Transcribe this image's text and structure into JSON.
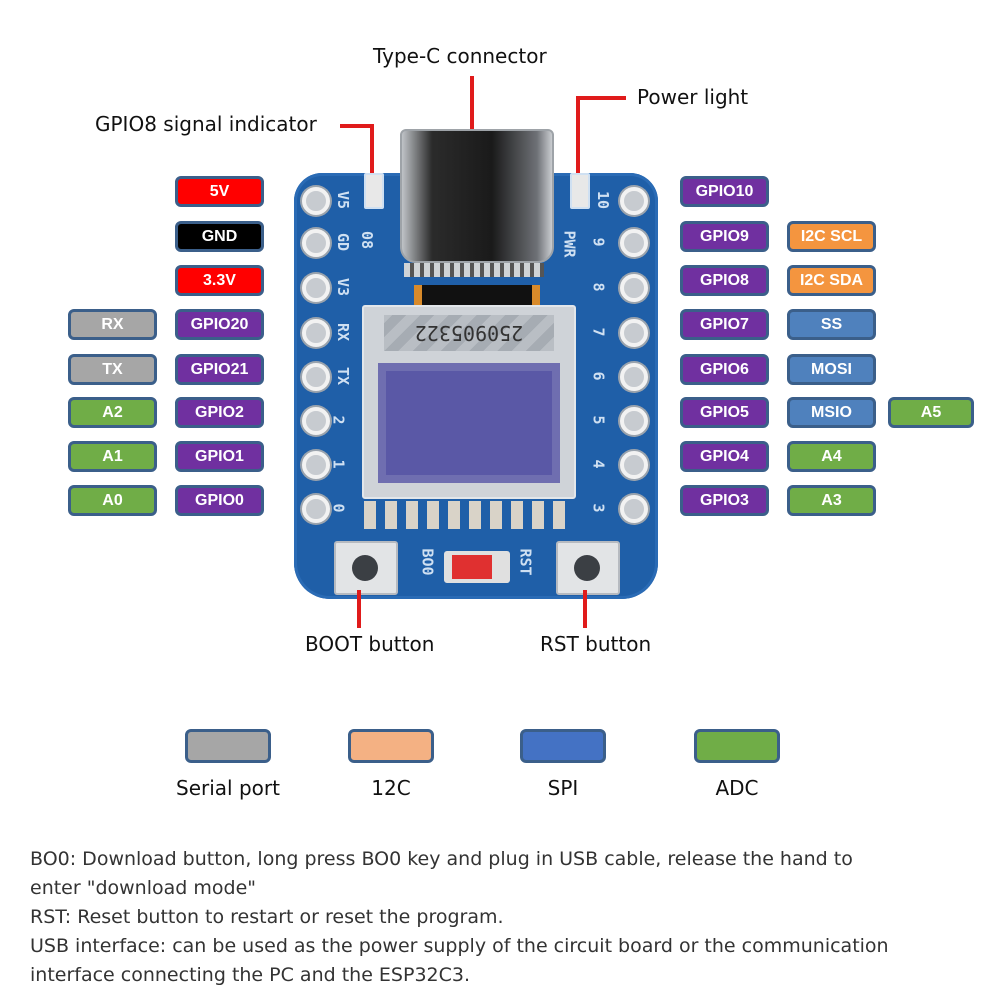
{
  "callouts": {
    "type_c": "Type-C connector",
    "power_light": "Power light",
    "gpio8_indicator": "GPIO8 signal indicator",
    "boot_button": "BOOT button",
    "rst_button": "RST button"
  },
  "board": {
    "oled_marking": "250905322",
    "left_silk": [
      "V5",
      "GD",
      "V3",
      "RX",
      "TX",
      "2",
      "1",
      "0"
    ],
    "right_silk": [
      "10",
      "9",
      "8",
      "7",
      "6",
      "5",
      "4",
      "3"
    ],
    "led_labels": [
      "08",
      "PWR"
    ],
    "button_labels": [
      "BO0",
      "RST"
    ]
  },
  "left_pins": [
    {
      "pin": "5V",
      "pin_color": "#ff0000"
    },
    {
      "pin": "GND",
      "pin_color": "#000000"
    },
    {
      "pin": "3.3V",
      "pin_color": "#ff0000"
    },
    {
      "pin": "GPIO20",
      "pin_color": "#7030a0",
      "alt": "RX",
      "alt_color": "#a6a6a6"
    },
    {
      "pin": "GPIO21",
      "pin_color": "#7030a0",
      "alt": "TX",
      "alt_color": "#a6a6a6"
    },
    {
      "pin": "GPIO2",
      "pin_color": "#7030a0",
      "alt": "A2",
      "alt_color": "#70ad47"
    },
    {
      "pin": "GPIO1",
      "pin_color": "#7030a0",
      "alt": "A1",
      "alt_color": "#70ad47"
    },
    {
      "pin": "GPIO0",
      "pin_color": "#7030a0",
      "alt": "A0",
      "alt_color": "#70ad47"
    }
  ],
  "right_pins": [
    {
      "pin": "GPIO10",
      "pin_color": "#7030a0"
    },
    {
      "pin": "GPIO9",
      "pin_color": "#7030a0",
      "alt": "I2C SCL",
      "alt_color": "#f4953f"
    },
    {
      "pin": "GPIO8",
      "pin_color": "#7030a0",
      "alt": "I2C SDA",
      "alt_color": "#f4953f"
    },
    {
      "pin": "GPIO7",
      "pin_color": "#7030a0",
      "alt": "SS",
      "alt_color": "#4f81bd"
    },
    {
      "pin": "GPIO6",
      "pin_color": "#7030a0",
      "alt": "MOSI",
      "alt_color": "#4f81bd"
    },
    {
      "pin": "GPIO5",
      "pin_color": "#7030a0",
      "alt": "MSIO",
      "alt_color": "#4f81bd",
      "alt2": "A5",
      "alt2_color": "#70ad47"
    },
    {
      "pin": "GPIO4",
      "pin_color": "#7030a0",
      "alt": "A4",
      "alt_color": "#70ad47"
    },
    {
      "pin": "GPIO3",
      "pin_color": "#7030a0",
      "alt": "A3",
      "alt_color": "#70ad47"
    }
  ],
  "legend": [
    {
      "label": "Serial port",
      "color": "#a6a6a6"
    },
    {
      "label": "12C",
      "color": "#f4b183"
    },
    {
      "label": "SPI",
      "color": "#4472c4"
    },
    {
      "label": "ADC",
      "color": "#70ad47"
    }
  ],
  "notes": [
    "BO0: Download button, long press BO0 key and plug in USB cable, release the hand to",
    "enter \"download mode\"",
    "RST: Reset button to restart or reset the program.",
    "USB interface: can be used as the power supply of the circuit board or the communication",
    "interface connecting the PC and the ESP32C3."
  ]
}
